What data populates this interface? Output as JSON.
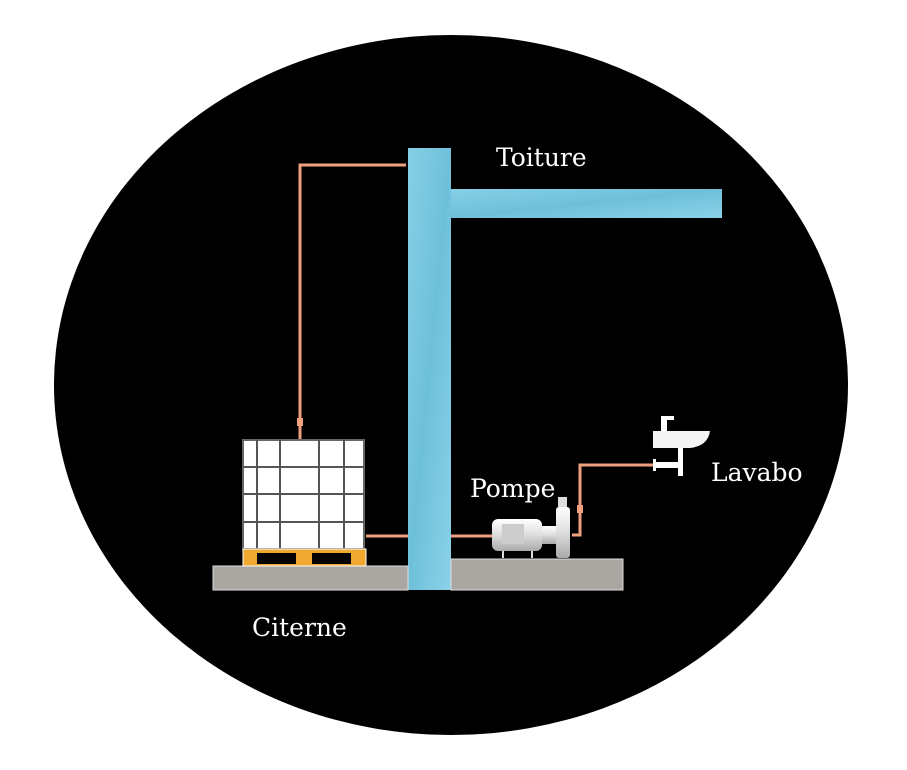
{
  "labels": {
    "roof": "Toiture",
    "pump": "Pompe",
    "sink": "Lavabo",
    "tank": "Citerne"
  },
  "colors": {
    "background": "#000000",
    "wall": "#7cc8df",
    "ground": "#aaa6a2",
    "pipe": "#f0a080",
    "pallet": "#f0a830"
  }
}
